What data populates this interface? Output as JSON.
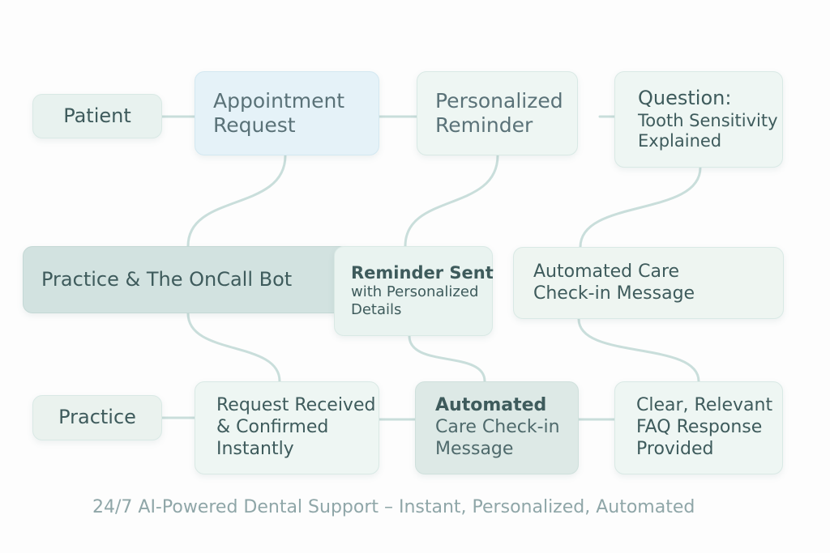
{
  "diagram": {
    "nodes": {
      "patient": {
        "lines": [
          "Patient"
        ]
      },
      "appointment_request": {
        "lines": [
          "Appointment",
          "Request"
        ]
      },
      "personalized_reminder": {
        "lines": [
          "Personalized",
          "Reminder"
        ]
      },
      "question": {
        "title": "Question:",
        "lines": [
          "Tooth Sensitivity",
          "Explained"
        ]
      },
      "oncall_bot": {
        "lines": [
          "Practice & The OnCall Bot"
        ]
      },
      "reminder_sent": {
        "title": "Reminder Sent",
        "lines": [
          "with Personalized",
          "Details"
        ]
      },
      "automated_care_checkin": {
        "lines": [
          "Automated Care",
          "Check-in Message"
        ]
      },
      "practice": {
        "lines": [
          "Practice"
        ]
      },
      "request_received": {
        "lines": [
          "Request Received",
          "& Confirmed",
          "Instantly"
        ]
      },
      "automated_care_message": {
        "title": "Automated",
        "lines": [
          "Care Check-in",
          "Message"
        ]
      },
      "faq_response": {
        "lines": [
          "Clear, Relevant",
          "FAQ Response",
          "Provided"
        ]
      }
    },
    "caption": "24/7 AI-Powered Dental Support – Instant, Personalized, Automated"
  },
  "colors": {
    "node_fill": "#eef6f3",
    "node_border": "#d9e9e5",
    "highlight_fill": "#e5f2f8",
    "bot_fill": "#d2e2e0",
    "connector": "#c9dedb",
    "text": "#3e5b5c",
    "caption": "#8fa6a8"
  }
}
